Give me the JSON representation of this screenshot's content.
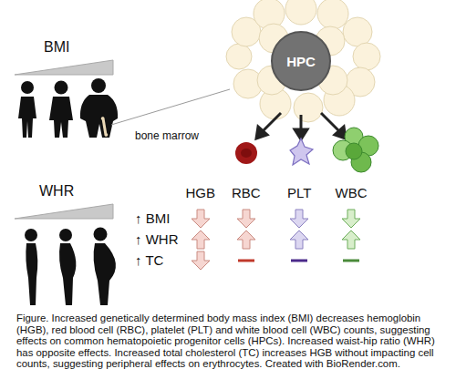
{
  "diagram": {
    "caption": "Figure. Increased genetically determined body mass index (BMI) decreases hemoglobin (HGB), red blood cell (RBC), platelet (PLT) and white blood cell (WBC) counts, suggesting effects on common hematopoietic progenitor cells (HPCs). Increased waist-hip ratio (WHR) has opposite effects. Increased total cholesterol (TC) increases HGB without impacting cell counts, suggesting peripheral effects on erythrocytes. Created with BioRender.com.",
    "nodes": [
      {
        "text": [
          "HPC"
        ]
      }
    ],
    "labels": [
      "BMI",
      "bone marrow",
      "WHR",
      "HGB",
      "RBC",
      "PLT",
      "WBC",
      "↑ BMI",
      "↑ WHR",
      "↑ TC"
    ]
  }
}
